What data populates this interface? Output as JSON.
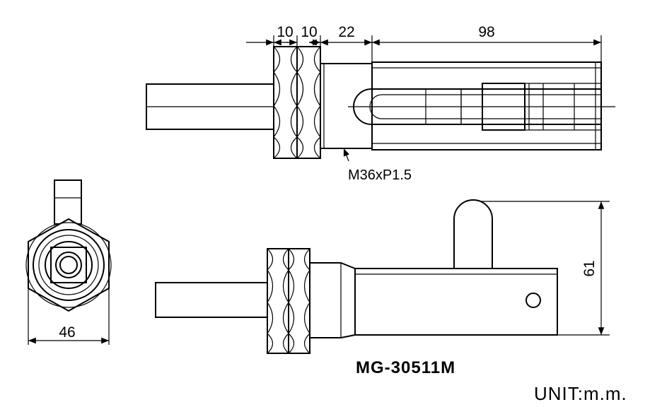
{
  "dimensions": {
    "nut_width_1": "10",
    "nut_width_2": "10",
    "thread_length": "22",
    "body_length": "98",
    "height": "61",
    "hex_width": "46"
  },
  "thread_label": "M36xP1.5",
  "model": "MG-30511M",
  "unit": "UNIT:m.m."
}
